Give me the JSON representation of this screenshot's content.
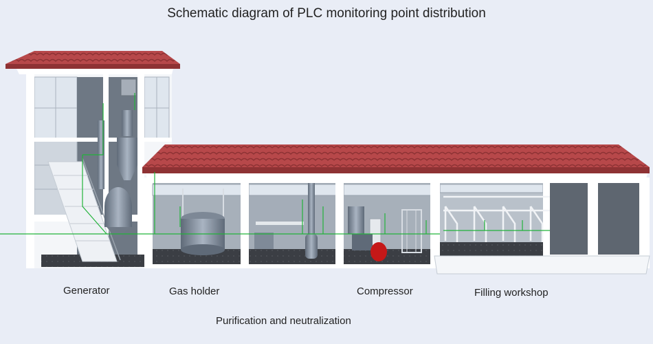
{
  "diagram": {
    "title": "Schematic diagram of PLC monitoring point distribution",
    "labels": {
      "generator": "Generator",
      "gas_holder": "Gas holder",
      "compressor": "Compressor",
      "filling_workshop": "Filling workshop",
      "purification": "Purification and neutralization"
    }
  },
  "colors": {
    "background": "#e9edf6",
    "roof": "#b7484a",
    "roof_dark": "#8e3234",
    "wall": "#ffffff",
    "floor": "#3b3e44",
    "equipment": "#8c97a6",
    "monitor_line": "#22b33a",
    "tank_red": "#c51818"
  }
}
